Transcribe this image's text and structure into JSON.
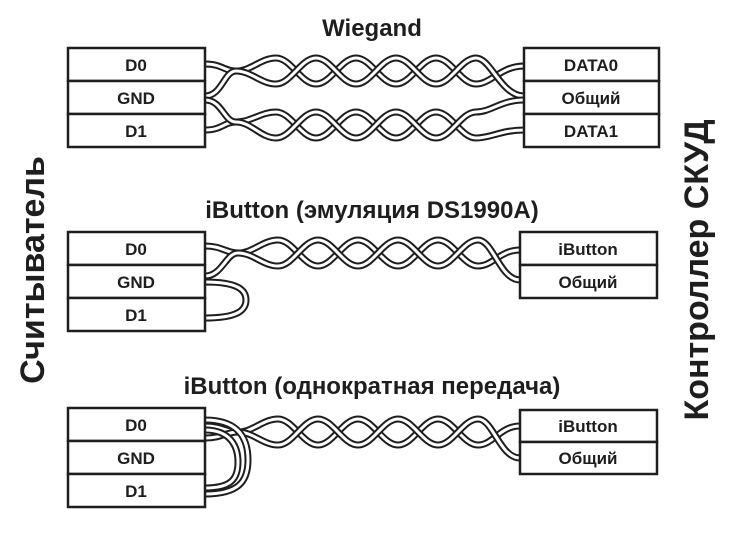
{
  "side_labels": {
    "reader": "Считыватель",
    "controller": "Контроллер СКУД"
  },
  "sections": [
    {
      "title": "Wiegand",
      "reader_pins": [
        "D0",
        "GND",
        "D1"
      ],
      "controller_pins": [
        "DATA0",
        "Общий",
        "DATA1"
      ]
    },
    {
      "title": "iButton (эмуляция DS1990A)",
      "reader_pins": [
        "D0",
        "GND",
        "D1"
      ],
      "controller_pins": [
        "iButton",
        "Общий"
      ]
    },
    {
      "title": "iButton (однократная передача)",
      "reader_pins": [
        "D0",
        "GND",
        "D1"
      ],
      "controller_pins": [
        "iButton",
        "Общий"
      ]
    }
  ]
}
